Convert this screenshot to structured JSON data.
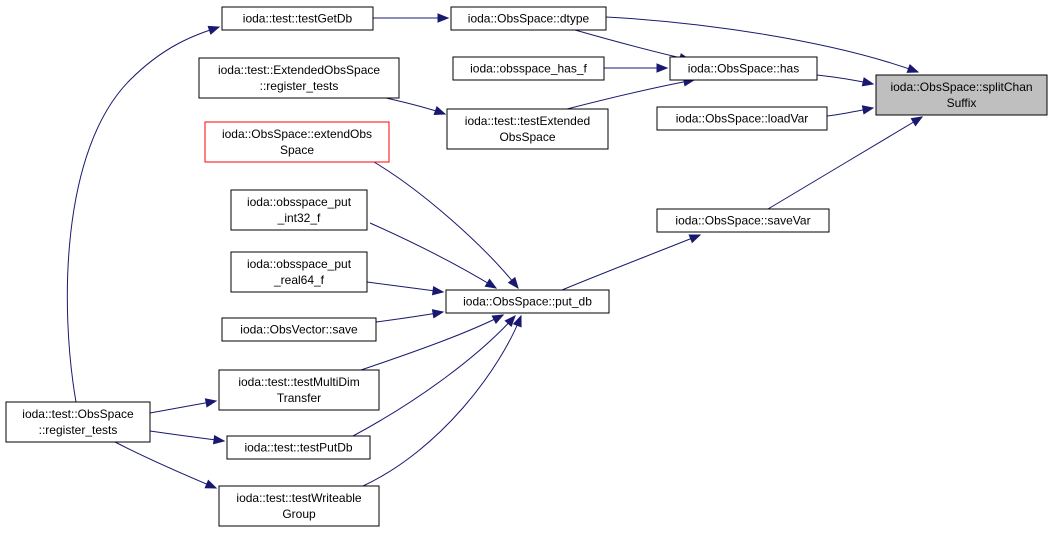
{
  "colors": {
    "edge": "#191970",
    "focus_fill": "#bfbfbf",
    "highlight_border": "#ff0000"
  },
  "nodes": [
    {
      "id": "splitChanSuffix",
      "lines": [
        "ioda::ObsSpace::splitChan",
        "Suffix"
      ]
    },
    {
      "id": "dtype",
      "lines": [
        "ioda::ObsSpace::dtype"
      ]
    },
    {
      "id": "has",
      "lines": [
        "ioda::ObsSpace::has"
      ]
    },
    {
      "id": "loadVar",
      "lines": [
        "ioda::ObsSpace::loadVar"
      ]
    },
    {
      "id": "saveVar",
      "lines": [
        "ioda::ObsSpace::saveVar"
      ]
    },
    {
      "id": "testGetDb",
      "lines": [
        "ioda::test::testGetDb"
      ]
    },
    {
      "id": "obsspace_has_f",
      "lines": [
        "ioda::obsspace_has_f"
      ]
    },
    {
      "id": "testExtendedObsSpace",
      "lines": [
        "ioda::test::testExtended",
        "ObsSpace"
      ]
    },
    {
      "id": "extendedRegister",
      "lines": [
        "ioda::test::ExtendedObsSpace",
        "::register_tests"
      ]
    },
    {
      "id": "extendObsSpace",
      "lines": [
        "ioda::ObsSpace::extendObs",
        "Space"
      ]
    },
    {
      "id": "put_int32_f",
      "lines": [
        "ioda::obsspace_put",
        "_int32_f"
      ]
    },
    {
      "id": "put_real64_f",
      "lines": [
        "ioda::obsspace_put",
        "_real64_f"
      ]
    },
    {
      "id": "obsVectorSave",
      "lines": [
        "ioda::ObsVector::save"
      ]
    },
    {
      "id": "testMultiDimTransfer",
      "lines": [
        "ioda::test::testMultiDim",
        "Transfer"
      ]
    },
    {
      "id": "testPutDb",
      "lines": [
        "ioda::test::testPutDb"
      ]
    },
    {
      "id": "testWriteableGroup",
      "lines": [
        "ioda::test::testWriteable",
        "Group"
      ]
    },
    {
      "id": "put_db",
      "lines": [
        "ioda::ObsSpace::put_db"
      ]
    },
    {
      "id": "obsSpaceRegister",
      "lines": [
        "ioda::test::ObsSpace",
        "::register_tests"
      ]
    }
  ],
  "edges": [
    {
      "from": "dtype",
      "to": "splitChanSuffix"
    },
    {
      "from": "has",
      "to": "splitChanSuffix"
    },
    {
      "from": "loadVar",
      "to": "splitChanSuffix"
    },
    {
      "from": "saveVar",
      "to": "splitChanSuffix"
    },
    {
      "from": "testGetDb",
      "to": "dtype"
    },
    {
      "from": "dtype",
      "to": "has"
    },
    {
      "from": "obsspace_has_f",
      "to": "has"
    },
    {
      "from": "testExtendedObsSpace",
      "to": "has"
    },
    {
      "from": "extendedRegister",
      "to": "testExtendedObsSpace"
    },
    {
      "from": "put_db",
      "to": "saveVar"
    },
    {
      "from": "extendObsSpace",
      "to": "put_db"
    },
    {
      "from": "put_int32_f",
      "to": "put_db"
    },
    {
      "from": "put_real64_f",
      "to": "put_db"
    },
    {
      "from": "obsVectorSave",
      "to": "put_db"
    },
    {
      "from": "testMultiDimTransfer",
      "to": "put_db"
    },
    {
      "from": "testPutDb",
      "to": "put_db"
    },
    {
      "from": "testWriteableGroup",
      "to": "put_db"
    },
    {
      "from": "obsSpaceRegister",
      "to": "testGetDb"
    },
    {
      "from": "obsSpaceRegister",
      "to": "testMultiDimTransfer"
    },
    {
      "from": "obsSpaceRegister",
      "to": "testPutDb"
    },
    {
      "from": "obsSpaceRegister",
      "to": "testWriteableGroup"
    }
  ]
}
